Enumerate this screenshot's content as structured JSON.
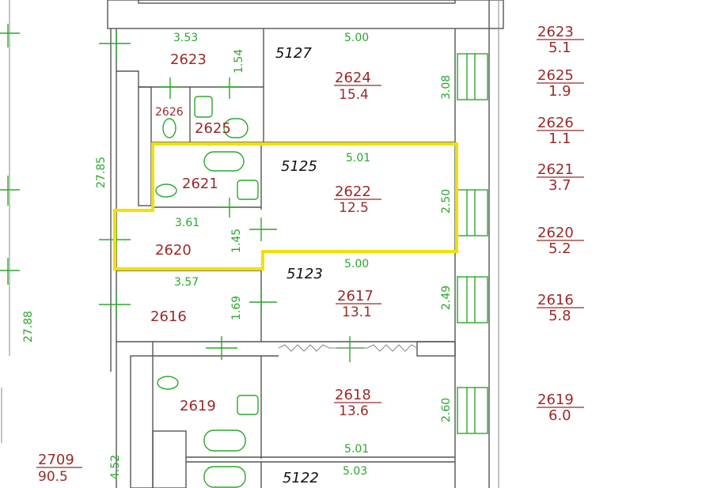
{
  "units": {
    "u5127": "5127",
    "u5125": "5125",
    "u5123": "5123",
    "u5122": "5122"
  },
  "rooms": {
    "r2623": "2623",
    "r2624": "2624",
    "r2624_area": "15.4",
    "r2626": "2626",
    "r2625": "2625",
    "r2621": "2621",
    "r2622": "2622",
    "r2622_area": "12.5",
    "r2620": "2620",
    "r2617": "2617",
    "r2617_area": "13.1",
    "r2616": "2616",
    "r2619": "2619",
    "r2618": "2618",
    "r2618_area": "13.6",
    "r2709": "2709",
    "r2709_area": "90.5"
  },
  "dimensions": {
    "d353": "3.53",
    "d500a": "5.00",
    "d154": "1.54",
    "d308": "3.08",
    "d2785a": "27.85",
    "d501a": "5.01",
    "d250": "2.50",
    "d361": "3.61",
    "d145": "1.45",
    "d500b": "5.00",
    "d357": "3.57",
    "d169": "1.69",
    "d249": "2.49",
    "d2788": "27.88",
    "d260": "2.60",
    "d501b": "5.01",
    "d452": "4.52",
    "d503": "5.03"
  },
  "legend": [
    {
      "room": "2623",
      "area": "5.1"
    },
    {
      "room": "2625",
      "area": "1.9"
    },
    {
      "room": "2626",
      "area": "1.1"
    },
    {
      "room": "2621",
      "area": "3.7"
    },
    {
      "room": "2620",
      "area": "5.2"
    },
    {
      "room": "2616",
      "area": "5.8"
    },
    {
      "room": "2619",
      "area": "6.0"
    }
  ],
  "colors": {
    "highlight": "#f2e000",
    "dimension": "#2aa82a",
    "room_label": "#9a2a2a",
    "wall": "#555555"
  }
}
